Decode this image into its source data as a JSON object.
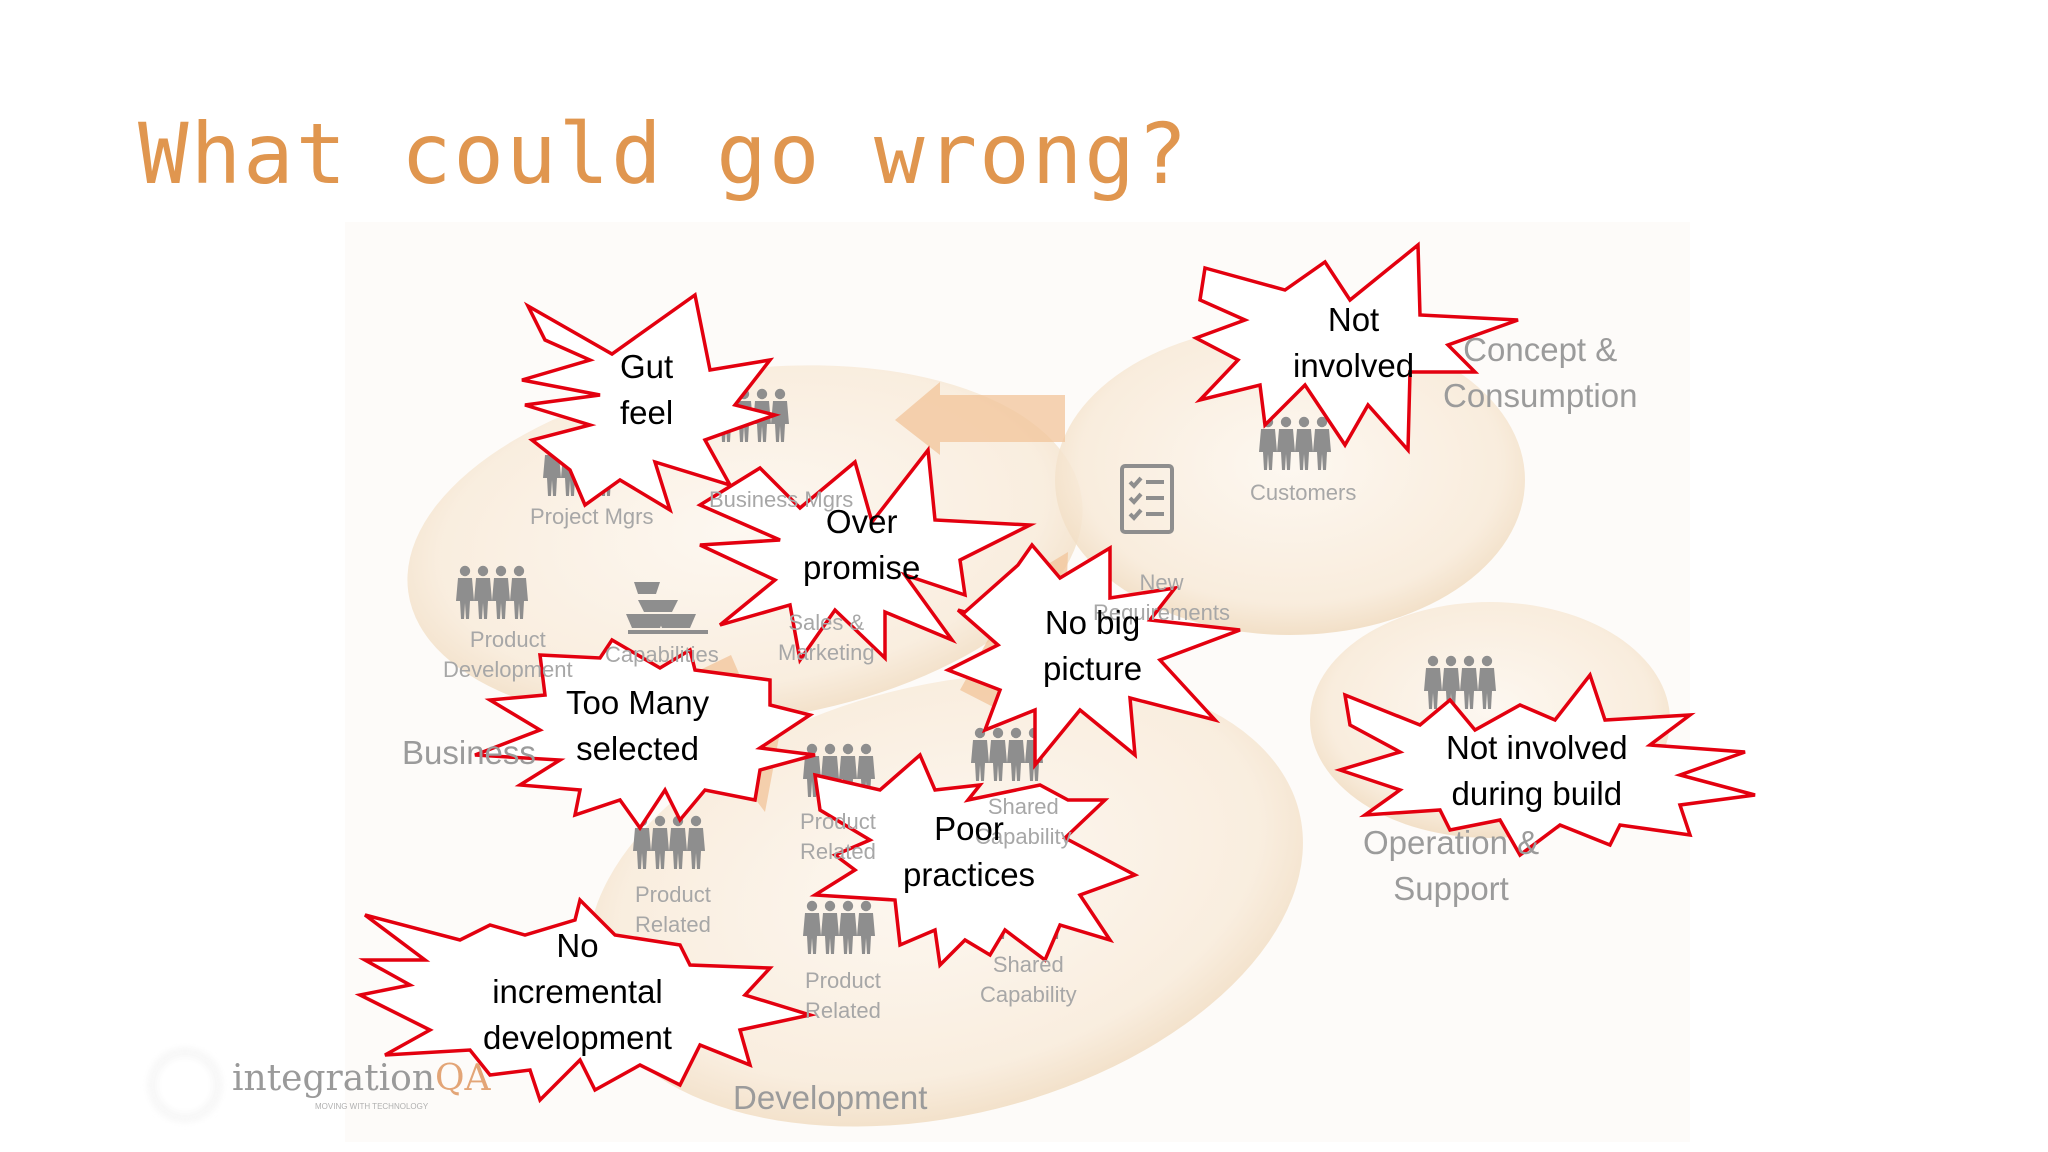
{
  "title": "What could go wrong?",
  "colors": {
    "title": "#e0964f",
    "burst_stroke": "#e3000f",
    "burst_fill": "#ffffff",
    "ellipse_fill": "#f6e7d3",
    "arrow_fill": "#f1c49a",
    "icon_gray": "#8e8e8e"
  },
  "zones": {
    "business": "Business",
    "development": "Development",
    "concept": [
      "Concept &",
      "Consumption"
    ],
    "operation": [
      "Operation &",
      "Support"
    ]
  },
  "roles": {
    "project_mgrs": "Project Mgrs",
    "business_mgrs": "Business Mgrs",
    "product_development": [
      "Product",
      "Development"
    ],
    "capabilities": "Capabilities",
    "sales_marketing": [
      "Sales &",
      "Marketing"
    ],
    "customers": "Customers",
    "new_requirements": [
      "New",
      "Requirements"
    ],
    "product_related_1": [
      "Product",
      "Related"
    ],
    "product_related_2": [
      "Product",
      "Related"
    ],
    "product_related_3": [
      "Product",
      "Related"
    ],
    "shared_capability_1": [
      "Shared",
      "Capability"
    ],
    "shared_capability_2": [
      "Shared",
      "Capability"
    ]
  },
  "bursts": {
    "gut_feel": [
      "Gut",
      "feel"
    ],
    "over_promise": [
      "Over",
      "promise"
    ],
    "no_big_picture": [
      "No big",
      "picture"
    ],
    "too_many_selected": [
      "Too Many",
      "selected"
    ],
    "poor_practices": [
      "Poor",
      "practices"
    ],
    "not_involved": [
      "Not",
      "involved"
    ],
    "not_involved_build": [
      "Not involved",
      "during build"
    ],
    "no_incremental": [
      "No",
      "incremental",
      "development"
    ]
  },
  "logo": {
    "name_main": "integration",
    "name_accent": "QA",
    "tagline": "MOVING WITH TECHNOLOGY"
  }
}
